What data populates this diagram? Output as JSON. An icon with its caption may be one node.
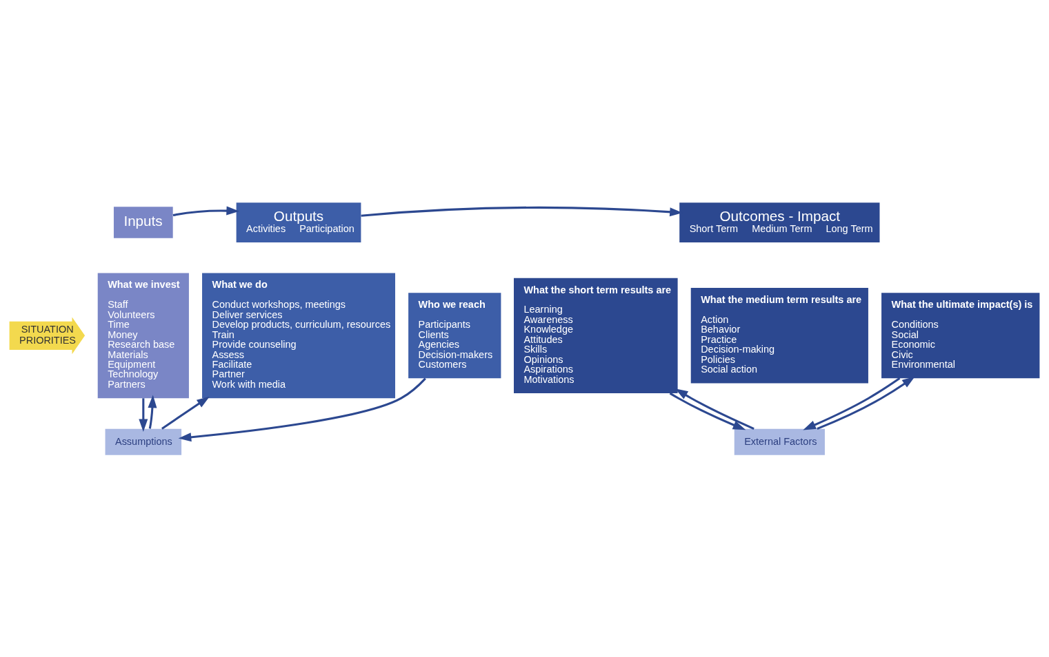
{
  "diagram": {
    "nodes": [
      {
        "text": [
          "SITUATION",
          "PRIORITIES"
        ]
      },
      {
        "text": [
          "Inputs"
        ]
      },
      {
        "text": [
          "Outputs",
          "Activities",
          "Participation"
        ]
      },
      {
        "text": [
          "Outcomes - Impact",
          "Short Term",
          "Medium Term",
          "Long Term"
        ]
      },
      {
        "text": [
          "What we invest",
          "Staff",
          "Volunteers",
          "Time",
          "Money",
          "Research base",
          "Materials",
          "Equipment",
          "Technology",
          "Partners"
        ]
      },
      {
        "text": [
          "What we do",
          "Conduct workshops, meetings",
          "Deliver services",
          "Develop products, curriculum, resources",
          "Train",
          "Provide counseling",
          "Assess",
          "Facilitate",
          "Partner",
          "Work with media"
        ]
      },
      {
        "text": [
          "Who we reach",
          "Participants",
          "Clients",
          "Agencies",
          "Decision-makers",
          "Customers"
        ]
      },
      {
        "text": [
          "What the short term results are",
          "Learning",
          "Awareness",
          "Knowledge",
          "Attitudes",
          "Skills",
          "Opinions",
          "Aspirations",
          "Motivations"
        ]
      },
      {
        "text": [
          "What the medium term results are",
          "Action",
          "Behavior",
          "Practice",
          "Decision-making",
          "Policies",
          "Social action"
        ]
      },
      {
        "text": [
          "What the ultimate impact(s) is",
          "Conditions",
          "Social",
          "Economic",
          "Civic",
          "Environmental"
        ]
      },
      {
        "text": [
          "Assumptions"
        ]
      },
      {
        "text": [
          "External Factors"
        ]
      }
    ],
    "edges": [
      {
        "from": 1,
        "to": 2,
        "arrow": "to"
      },
      {
        "from": 2,
        "to": 3,
        "arrow": "to"
      },
      {
        "from": 4,
        "to": 10,
        "arrow": "to"
      },
      {
        "from": 10,
        "to": 4,
        "arrow": "to"
      },
      {
        "from": 10,
        "to": 5,
        "arrow": "to"
      },
      {
        "from": 6,
        "to": 10,
        "arrow": "to"
      },
      {
        "from": 7,
        "to": 11,
        "arrow": "to"
      },
      {
        "from": 11,
        "to": 7,
        "arrow": "to"
      },
      {
        "from": 11,
        "to": 9,
        "arrow": "to"
      },
      {
        "from": 9,
        "to": 11,
        "arrow": "to"
      }
    ]
  }
}
